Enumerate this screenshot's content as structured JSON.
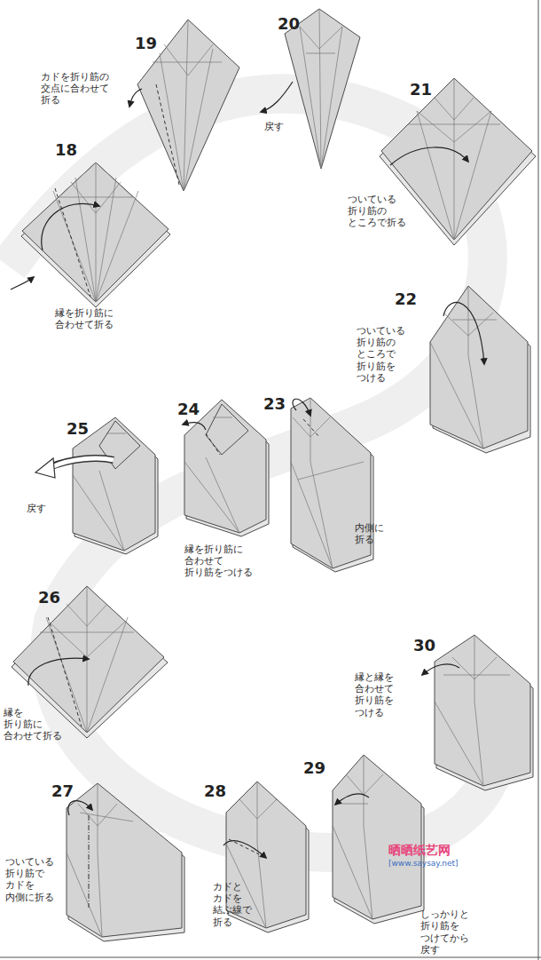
{
  "diagram": {
    "labels": [
      "20",
      "19",
      "カドを折り筋の 交点に合わせて 折る",
      "戻す",
      "18",
      "21",
      "ついている 折り筋の ところで折る",
      "縁を折り筋に 合わせて折る",
      "22",
      "ついている 折り筋の ところで 折り筋を つける",
      "23",
      "24",
      "25",
      "戻す",
      "内側に 折る",
      "縁を折り筋に 合わせて 折り筋をつける",
      "26",
      "30",
      "縁と縁を 合わせて 折り筋を つける",
      "縁を 折り筋に 合わせて折る",
      "27",
      "28",
      "29",
      "ついている 折り筋で カドを 内側に折る",
      "カドと カドを 結ぶ線で 折る",
      "しっかりと 折り筋を つけてから 戻す",
      "晒晒纸艺网",
      "[www.saysay.net]"
    ]
  }
}
